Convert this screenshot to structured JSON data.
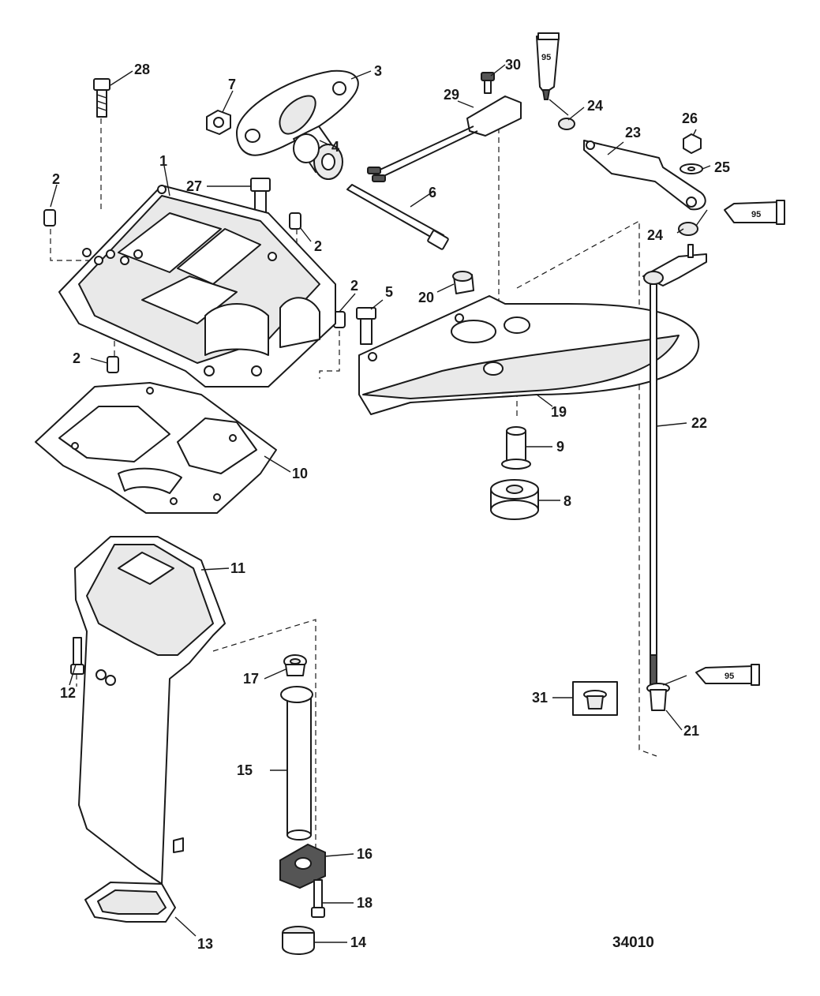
{
  "figure_number": "34010",
  "callouts": {
    "c1": "1",
    "c2a": "2",
    "c2b": "2",
    "c2c": "2",
    "c2d": "2",
    "c3": "3",
    "c4": "4",
    "c5": "5",
    "c6": "6",
    "c7": "7",
    "c8": "8",
    "c9": "9",
    "c10": "10",
    "c11": "11",
    "c12": "12",
    "c13": "13",
    "c14": "14",
    "c15": "15",
    "c16": "16",
    "c17": "17",
    "c18": "18",
    "c19": "19",
    "c20": "20",
    "c21": "21",
    "c22": "22",
    "c23": "23",
    "c24a": "24",
    "c24b": "24",
    "c25": "25",
    "c26": "26",
    "c27": "27",
    "c28": "28",
    "c29": "29",
    "c30": "30",
    "c31": "31"
  },
  "lubricant_tubes": {
    "t1": "95",
    "t2": "95",
    "t3": "95"
  }
}
